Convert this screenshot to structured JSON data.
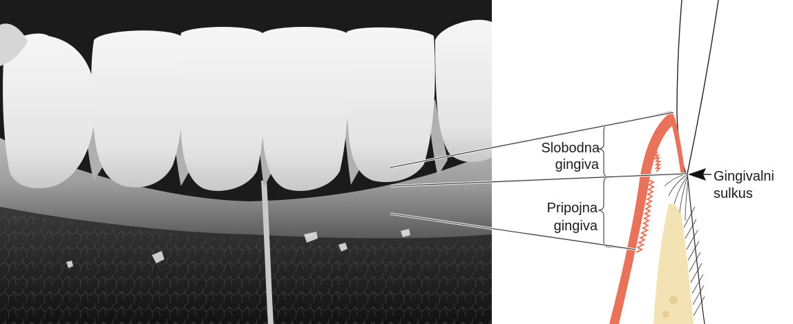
{
  "labels": {
    "free_gingiva": [
      "Slobodna",
      "gingiva"
    ],
    "attached_gingiva": [
      "Pripojna",
      "gingiva"
    ],
    "gingival_sulcus": [
      "Gingivalni",
      "sulkus"
    ]
  },
  "colors": {
    "epithelium": "#e8735a",
    "bone": "#f3e2b4",
    "photo_dark": "#1e1e1e",
    "tooth": "#ececec",
    "gum_pale": "#a9a9a9",
    "line": "#333333"
  },
  "icons": {
    "sulcus_pointer": "arrowhead-left-icon"
  }
}
